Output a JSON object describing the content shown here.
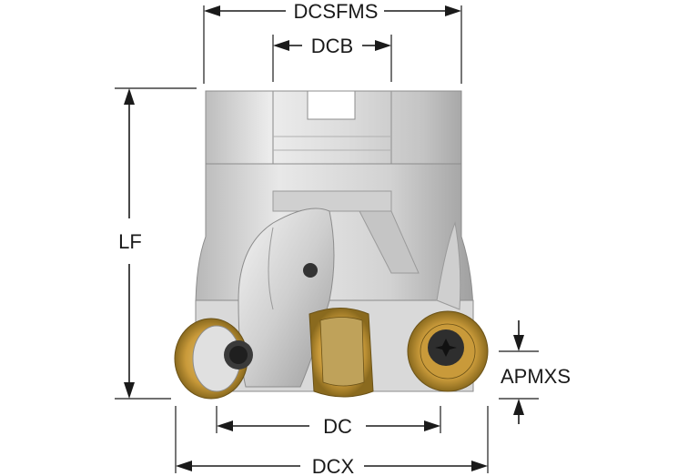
{
  "labels": {
    "dcsfms": "DCSFMS",
    "dcb": "DCB",
    "lf": "LF",
    "apmxs": "APMXS",
    "dc": "DC",
    "dcx": "DCX"
  },
  "colors": {
    "line": "#1a1a1a",
    "body_light": "#e6e6e6",
    "body_mid": "#c9c9c9",
    "body_dark": "#9a9a9a",
    "insert_gold": "#d4a84a",
    "insert_dark": "#8a6a1e"
  }
}
